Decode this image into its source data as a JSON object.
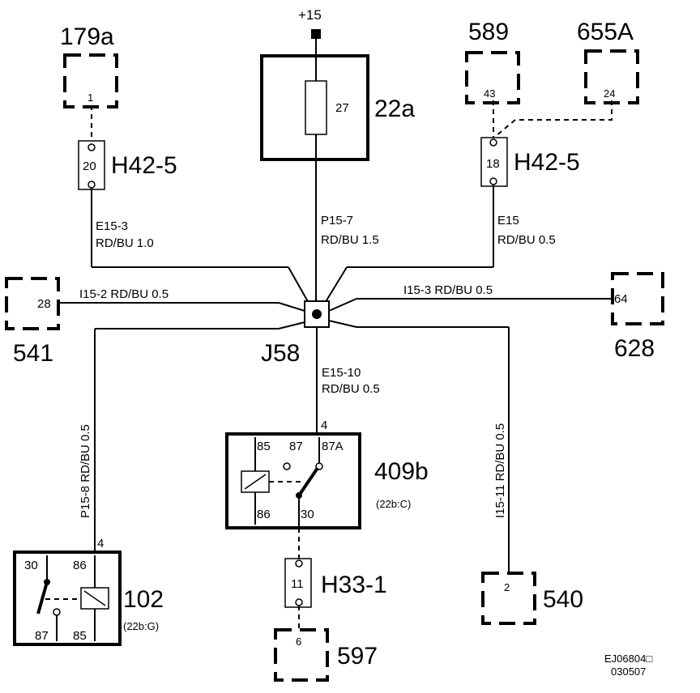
{
  "power": {
    "label": "+15"
  },
  "fuse": {
    "id": "22a",
    "pin": "27"
  },
  "junction": {
    "id": "J58"
  },
  "components": {
    "c179a": {
      "id": "179a",
      "pin": "1"
    },
    "c589": {
      "id": "589",
      "pin": "43"
    },
    "c655a": {
      "id": "655A",
      "pin": "24"
    },
    "c541": {
      "id": "541",
      "pin": "28"
    },
    "c628": {
      "id": "628",
      "pin": "64"
    },
    "c540": {
      "id": "540",
      "pin": "2"
    },
    "c597": {
      "id": "597",
      "pin": "6"
    }
  },
  "connectors": {
    "left": {
      "id": "H42-5",
      "pin": "20"
    },
    "right": {
      "id": "H42-5",
      "pin": "18"
    },
    "bottom": {
      "id": "H33-1",
      "pin": "11"
    }
  },
  "wires": {
    "e15_3": {
      "id": "E15-3",
      "spec": "RD/BU  1.0"
    },
    "p15_7": {
      "id": "P15-7",
      "spec": "RD/BU  1.5"
    },
    "e15": {
      "id": "E15",
      "spec": "RD/BU  0.5"
    },
    "i15_2": {
      "label": "I15-2   RD/BU   0.5"
    },
    "i15_3": {
      "label": "I15-3   RD/BU   0.5"
    },
    "e15_10": {
      "id": "E15-10",
      "spec": "RD/BU  0.5"
    },
    "p15_8": {
      "label": "P15-8  RD/BU  0.5"
    },
    "i15_11": {
      "label": "I15-11  RD/BU  0.5"
    }
  },
  "relays": {
    "r409b": {
      "id": "409b",
      "ref": "(22b:C)",
      "pins": [
        "85",
        "87",
        "87A",
        "86",
        "30"
      ],
      "feed_pin": "4"
    },
    "r102": {
      "id": "102",
      "ref": "(22b:G)",
      "pins": [
        "30",
        "86",
        "87",
        "85"
      ],
      "feed_pin": "4"
    }
  },
  "footer": {
    "code": "EJ06804□",
    "date": "030507"
  }
}
